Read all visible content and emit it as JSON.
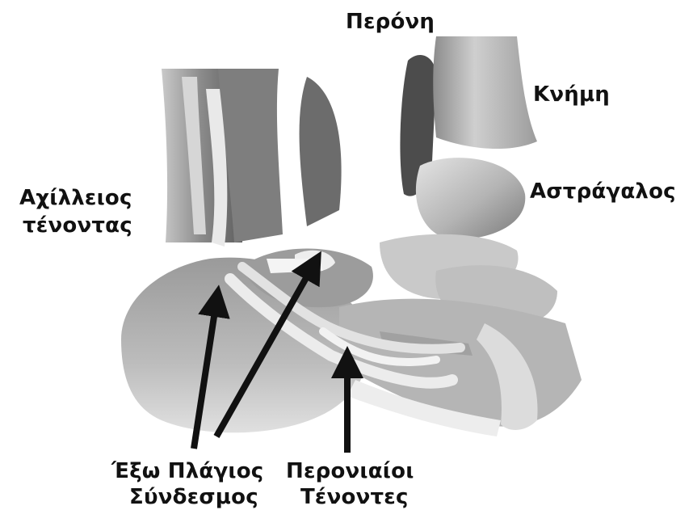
{
  "labels": {
    "fibula": "Περόνη",
    "tibia": "Κνήμη",
    "talus": "Αστράγαλος",
    "achilles_line1": "Αχίλλειος",
    "achilles_line2": "τένοντας",
    "lateral_ligament_line1": "Έξω Πλάγιος",
    "lateral_ligament_line2": "Σύνδεσμος",
    "peroneal_line1": "Περονιαίοι",
    "peroneal_line2": "Τένοντες"
  },
  "colors": {
    "background": "#ffffff",
    "bone_light": "#d8d8d8",
    "bone_mid": "#a9a9a9",
    "bone_dark": "#6d6d6d",
    "tendon": "#e9e9e9",
    "arrow": "#111111",
    "text": "#111111"
  }
}
